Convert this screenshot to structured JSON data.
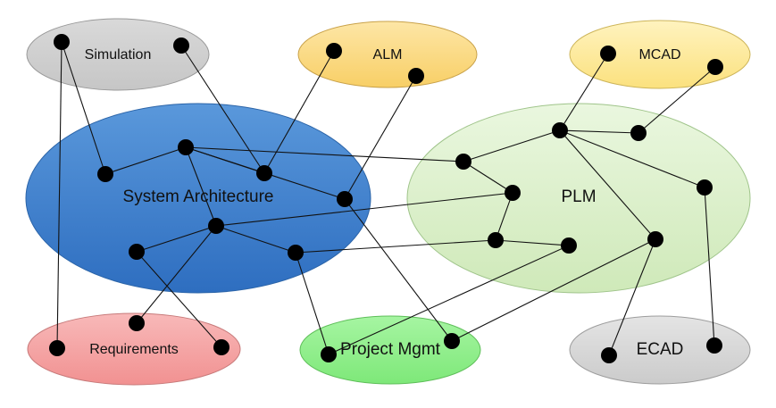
{
  "labels": {
    "simulation": "Simulation",
    "alm": "ALM",
    "mcad": "MCAD",
    "system_architecture": "System Architecture",
    "plm": "PLM",
    "requirements": "Requirements",
    "project_mgmt": "Project Mgmt",
    "ecad": "ECAD"
  },
  "colors": {
    "simulation": "#cfcfcf",
    "alm": "#fbd97e",
    "mcad": "#fde999",
    "system_architecture": "#3f7fcb",
    "plm": "#dcf0cc",
    "requirements": "#f4a3a3",
    "project_mgmt": "#8ef08a",
    "ecad": "#d6d6d6",
    "edge": "#111111",
    "node": "#000000"
  },
  "edges": [
    [
      "sim1",
      "sa_a"
    ],
    [
      "sim1",
      "req1"
    ],
    [
      "sim2",
      "sa_c"
    ],
    [
      "alm1",
      "sa_c"
    ],
    [
      "alm2",
      "sa_d"
    ],
    [
      "sa_a",
      "sa_b"
    ],
    [
      "sa_b",
      "sa_c"
    ],
    [
      "sa_b",
      "sa_d"
    ],
    [
      "sa_b",
      "sa_e"
    ],
    [
      "sa_b",
      "plm_a"
    ],
    [
      "sa_e",
      "sa_f"
    ],
    [
      "sa_e",
      "sa_g"
    ],
    [
      "sa_e",
      "req2"
    ],
    [
      "sa_e",
      "plm_c"
    ],
    [
      "sa_f",
      "req3"
    ],
    [
      "sa_g",
      "plm_d"
    ],
    [
      "sa_g",
      "pm1"
    ],
    [
      "sa_d",
      "pm2"
    ],
    [
      "plm_a",
      "plm_b"
    ],
    [
      "plm_a",
      "plm_c"
    ],
    [
      "plm_b",
      "plm_g"
    ],
    [
      "plm_b",
      "plm_f"
    ],
    [
      "plm_b",
      "plm_h"
    ],
    [
      "plm_b",
      "mcad1"
    ],
    [
      "plm_g",
      "mcad2"
    ],
    [
      "plm_c",
      "plm_d"
    ],
    [
      "plm_d",
      "plm_e"
    ],
    [
      "plm_e",
      "pm1"
    ],
    [
      "plm_h",
      "pm2"
    ],
    [
      "plm_h",
      "ecad1"
    ],
    [
      "plm_f",
      "ecad2"
    ]
  ]
}
